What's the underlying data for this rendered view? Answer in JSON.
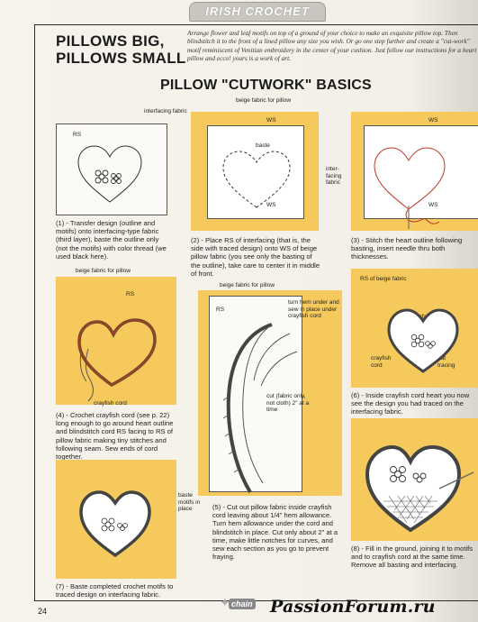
{
  "header": {
    "banner": "IRISH CROCHET"
  },
  "title": {
    "line1": "PILLOWS BIG,",
    "line2": "PILLOWS SMALL"
  },
  "intro": "Arrange flower and leaf motifs on top of a ground of your choice to make an exquisite pillow top. Then blindstitch it to the front of a lined pillow any size you wish. Or go one step further and create a \"cut-work\" motif reminiscent of Venitian embroidery in the center of your cushion. Just follow our instructions for a heart pillow and ecco! yours is a work of art.",
  "section_title": "PILLOW \"CUTWORK\" BASICS",
  "steps": {
    "s1": {
      "label_top": "interfacing fabric",
      "rs": "RS",
      "caption": "(1) - Transfer design (outline and motifs) onto interfacing-type fabric (third layer), baste the outline only (not the motifs) with color thread (we used black here)."
    },
    "s2": {
      "label_top": "beige fabric for pillow",
      "ws1": "WS",
      "ws2": "WS",
      "baste": "baste",
      "interfacing": "inter- facing fabric",
      "caption": "(2) - Place RS of interfacing (that is, the side with traced design) onto WS of beige pillow fabric (you see only the basting of the outline), take care to center it in middle of front."
    },
    "s3": {
      "ws1": "WS",
      "ws2": "WS",
      "caption": "(3) - Stitch the heart outline following basting, insert needle thru both thicknesses."
    },
    "s4": {
      "label_top": "beige fabric for pillow",
      "rs": "RS",
      "crayfish": "crayfish cord",
      "caption": "(4) - Crochet crayfish cord (see p. 22) long enough to go around heart outline and blindstitch cord RS facing to RS of pillow fabric making tiny stitches and following seam. Sew ends of cord together."
    },
    "s5": {
      "label_top": "beige fabric for pillow",
      "rs": "RS",
      "turn": "turn hem under and sew in place under crayfish cord",
      "cut": "cut (fabric only, not cloth) 2\" at a time",
      "caption": "(5) - Cut out pillow fabric inside crayfish cord leaving about 1/4\" hem allowance. Turn hem allowance under the cord and blindstitch in place. Cut only about 2\" at a time, make little notches for curves, and sew each section as you go to prevent fraying."
    },
    "s6": {
      "label_top": "RS of beige fabric",
      "rs_inner": "RS of interfacing fabric",
      "crayfish": "crayfish cord",
      "pat": "pat tracing",
      "caption": "(6) - Inside crayfish cord heart you now see the design you had traced on the interfacing fabric."
    },
    "s7": {
      "label": "baste motifs in place",
      "caption": "(7) - Baste completed crochet motifs to traced design on interfacing fabric."
    },
    "s8": {
      "caption": "(8) - Fill in the ground, joining it to motifs and to crayfish cord at the same time. Remove all basting and interfacing."
    }
  },
  "footer": {
    "page": "24",
    "chain": "chain",
    "watermark": "PassionForum.ru"
  },
  "colors": {
    "yellow": "#f5c95c",
    "thread": "#c0392b"
  }
}
